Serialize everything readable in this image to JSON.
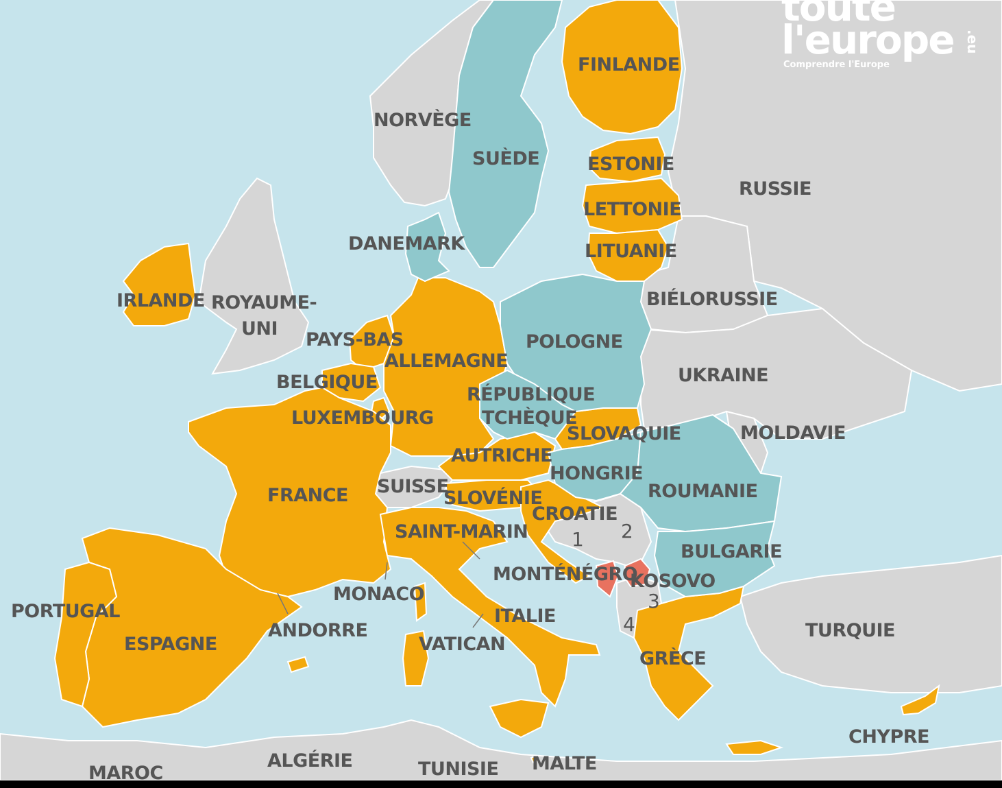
{
  "logo": {
    "line1": "toute",
    "line2": "l'europe",
    "tagline": "Comprendre l'Europe",
    "domain": ".eu"
  },
  "colors": {
    "sea": "#c6e4ec",
    "member_euro": "#f3a90c",
    "member_other": "#8fc8cc",
    "non_member": "#d6d6d6",
    "candidate": "#e8725f",
    "label_text": "#555555",
    "border": "#ffffff"
  },
  "legend_note": "",
  "countries": {
    "finlande": "FINLANDE",
    "norvege": "NORVÈGE",
    "suede": "SUÈDE",
    "estonie": "ESTONIE",
    "russie": "RUSSIE",
    "lettonie": "LETTONIE",
    "danemark": "DANEMARK",
    "lituanie": "LITUANIE",
    "irlande": "IRLANDE",
    "royaume_uni_1": "ROYAUME-",
    "royaume_uni_2": "UNI",
    "bielorussie": "BIÉLORUSSIE",
    "pays_bas": "PAYS-BAS",
    "pologne": "POLOGNE",
    "allemagne": "ALLEMAGNE",
    "belgique": "BELGIQUE",
    "ukraine": "UKRAINE",
    "republique": "RÉPUBLIQUE",
    "tcheque": "TCHÈQUE",
    "luxembourg": "LUXEMBOURG",
    "slovaquie": "SLOVAQUIE",
    "moldavie": "MOLDAVIE",
    "autriche": "AUTRICHE",
    "hongrie": "HONGRIE",
    "suisse": "SUISSE",
    "france": "FRANCE",
    "slovenie": "SLOVÉNIE",
    "roumanie": "ROUMANIE",
    "croatie": "CROATIE",
    "saint_marin": "SAINT-MARIN",
    "bulgarie": "BULGARIE",
    "montenegro": "MONTÉNÉGRO",
    "kosovo": "KOSOVO",
    "monaco": "MONACO",
    "portugal": "PORTUGAL",
    "italie": "ITALIE",
    "andorre": "ANDORRE",
    "turquie": "TURQUIE",
    "espagne": "ESPAGNE",
    "vatican": "VATICAN",
    "grece": "GRÈCE",
    "chypre": "CHYPRE",
    "algerie": "ALGÉRIE",
    "malte": "MALTE",
    "maroc": "MAROC",
    "tunisie": "TUNISIE"
  },
  "numbers": {
    "n1": "1",
    "n2": "2",
    "n3": "3",
    "n4": "4"
  }
}
